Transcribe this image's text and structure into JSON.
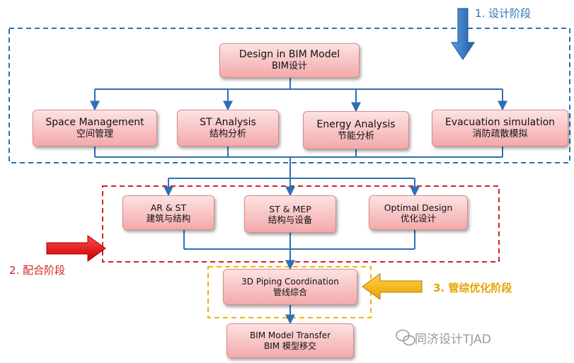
{
  "stages": {
    "stage1": "1. 设计阶段",
    "stage2": "2. 配合阶段",
    "stage3": "3. 管综优化阶段"
  },
  "boxes": {
    "design": {
      "en": "Design in BIM Model",
      "zh": "BIM设计"
    },
    "space": {
      "en": "Space Management",
      "zh": "空间管理"
    },
    "st_analysis": {
      "en": "ST Analysis",
      "zh": "结构分析"
    },
    "energy": {
      "en": "Energy  Analysis",
      "zh": "节能分析"
    },
    "evacuation": {
      "en": "Evacuation simulation",
      "zh": "消防疏散模拟"
    },
    "ar_st": {
      "en": "AR & ST",
      "zh": "建筑与结构"
    },
    "st_mep": {
      "en": "ST & MEP",
      "zh": "结构与设备"
    },
    "optimal": {
      "en": "Optimal Design",
      "zh": "优化设计"
    },
    "piping": {
      "en": "3D  Piping Coordination",
      "zh": "管线综合"
    },
    "transfer": {
      "en": "BIM Model Transfer",
      "zh": "BIM 模型移交"
    }
  },
  "brand": "同济设计TJAD",
  "colors": {
    "box_fill": "#f3a9ab",
    "stage1_border": "#2a72b5",
    "stage2_border": "#d71f1f",
    "stage3_border": "#f0b400",
    "connector": "#2f6fb3"
  }
}
